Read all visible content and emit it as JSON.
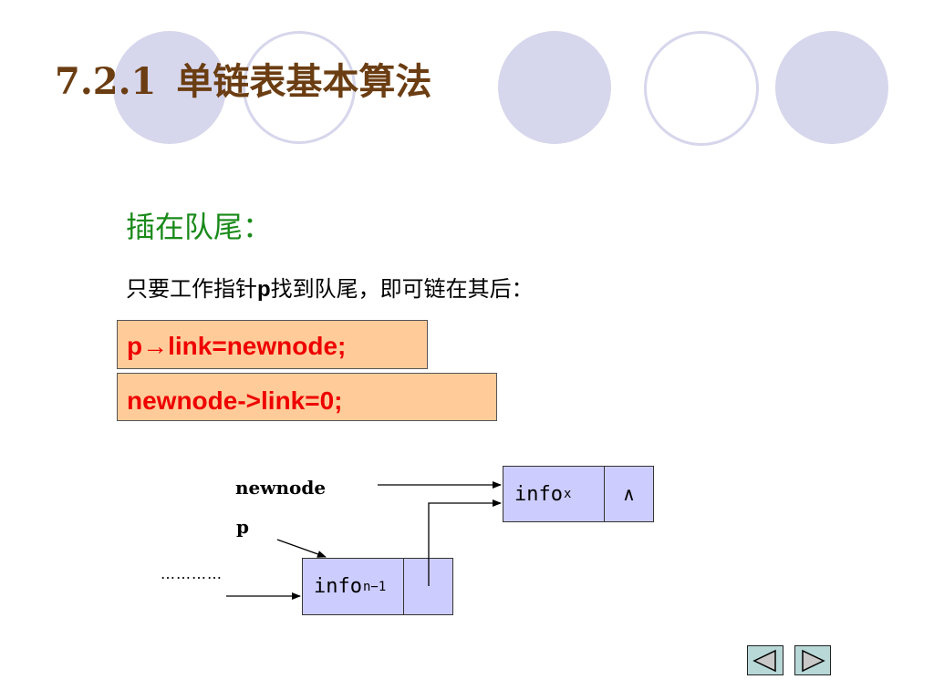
{
  "title": {
    "number": "7.2.1",
    "text": "单链表基本算法"
  },
  "section": {
    "heading": "插在队尾："
  },
  "description": {
    "before": "只要工作指针",
    "pointer": "p",
    "after": "找到队尾，即可链在其后："
  },
  "code": [
    "p→link=newnode;",
    "newnode->link=0;"
  ],
  "diagram": {
    "labels": {
      "newnode": "newnode",
      "p": "p",
      "ellipsis": "…………"
    },
    "new_node": {
      "info": "info",
      "info_sub": "x",
      "link": "∧"
    },
    "prev_node": {
      "info": "info",
      "info_sub": "n−1",
      "link": ""
    }
  },
  "navigation": {
    "prev_icon": "triangle-left-icon",
    "next_icon": "triangle-right-icon"
  },
  "colors": {
    "title": "#6b3d12",
    "heading": "#1a8a1a",
    "code_text": "#ee0000",
    "code_background": "#ffcc99",
    "node_fill": "#ccccff",
    "decor_circle": "#d6d6ec",
    "nav_button": "#b8d8d8"
  }
}
